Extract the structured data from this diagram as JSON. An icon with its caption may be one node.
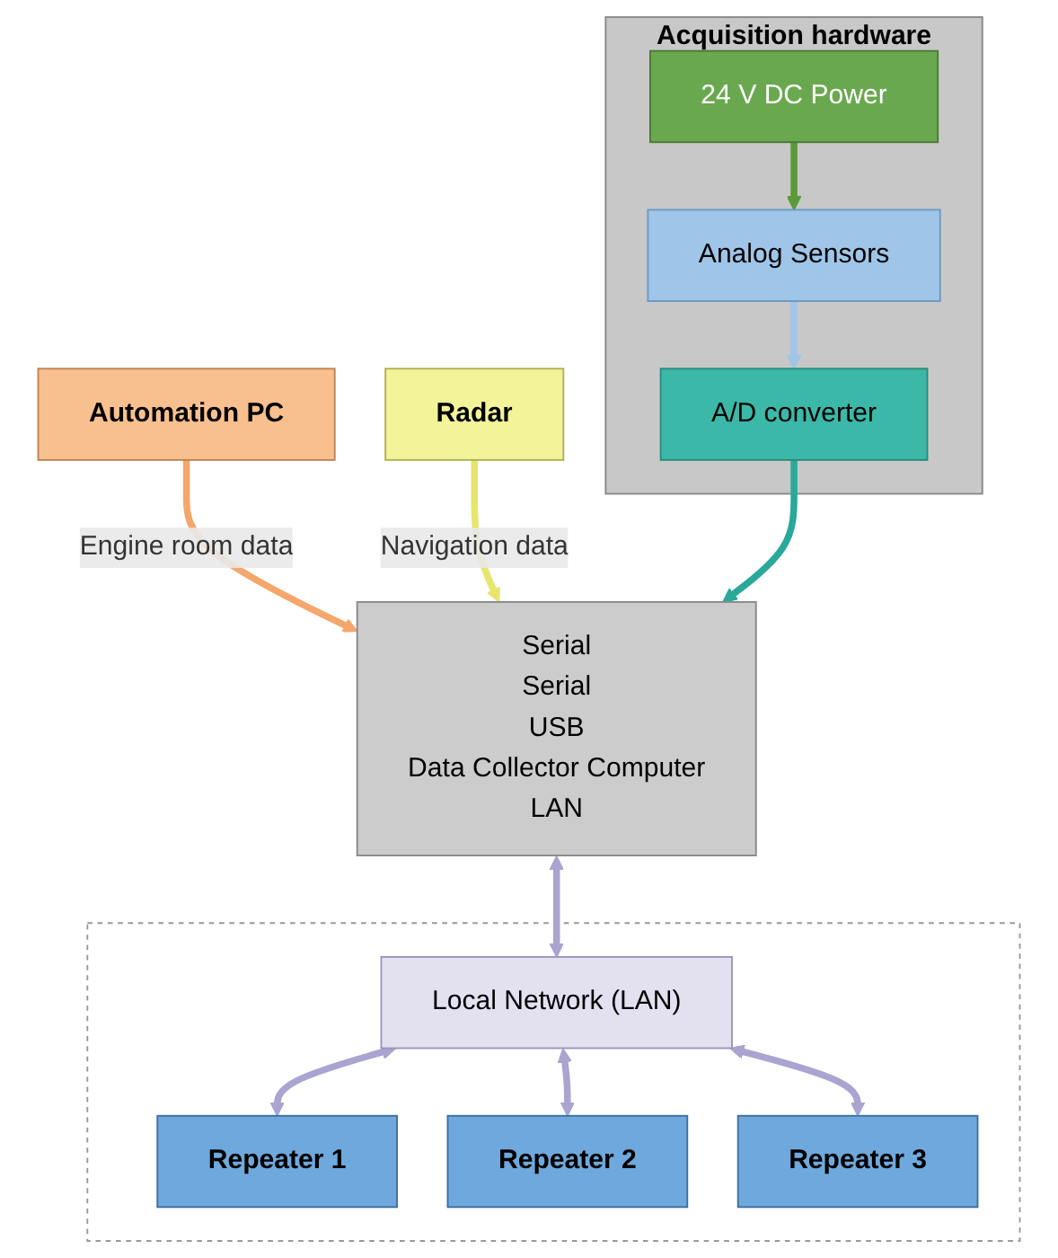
{
  "diagram": {
    "nodes": [
      {
        "text": [
          "Automation PC"
        ]
      },
      {
        "text": [
          "Radar"
        ]
      },
      {
        "text": [
          "Acquisition hardware"
        ]
      },
      {
        "text": [
          "24 V DC Power"
        ],
        "in": 2
      },
      {
        "text": [
          "Analog Sensors"
        ],
        "in": 2
      },
      {
        "text": [
          "A/D converter"
        ],
        "in": 2
      },
      {
        "text": [
          "Serial",
          "Serial",
          "USB",
          "Data Collector Computer",
          "LAN"
        ]
      },
      {
        "text": [],
        "shape": "box"
      },
      {
        "text": [
          "Local Network (LAN)"
        ],
        "in": 7
      },
      {
        "text": [
          "Repeater 1"
        ],
        "in": 7
      },
      {
        "text": [
          "Repeater 2"
        ],
        "in": 7
      },
      {
        "text": [
          "Repeater  3"
        ],
        "in": 7
      }
    ],
    "edges": [
      {
        "from": 0,
        "to": 6,
        "arrow": "to",
        "label": "Engine room data",
        "color": "#f5a66b"
      },
      {
        "from": 1,
        "to": 6,
        "arrow": "to",
        "label": "Navigation data",
        "color": "#e6e66e"
      },
      {
        "from": 3,
        "to": 4,
        "arrow": "to",
        "color": "#5a9a3a"
      },
      {
        "from": 4,
        "to": 5,
        "arrow": "to",
        "color": "#9fc5e8"
      },
      {
        "from": 5,
        "to": 6,
        "arrow": "to",
        "color": "#2aa99a"
      },
      {
        "from": 6,
        "to": 8,
        "arrow": "both"
      },
      {
        "from": 8,
        "to": 9,
        "arrow": "both"
      },
      {
        "from": 8,
        "to": 10,
        "arrow": "both"
      },
      {
        "from": 8,
        "to": 11,
        "arrow": "both"
      }
    ]
  }
}
